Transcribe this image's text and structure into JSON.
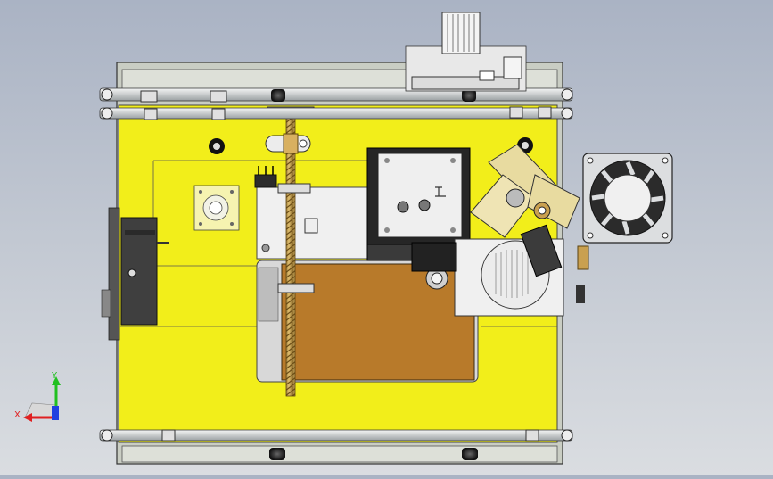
{
  "viewport": {
    "background_top": "#aab3c4",
    "background_bottom": "#dadde1"
  },
  "triad": {
    "x_label": "X",
    "y_label": "Y",
    "x_color": "#e02020",
    "y_color": "#20c020",
    "z_color": "#2040e0"
  },
  "colors": {
    "base_plate": "#f2ee1a",
    "frame": "#c9cdc3",
    "rail": "#d9dcdc",
    "plate_brown": "#b87a2a",
    "leadscrew": "#c9a050",
    "bracket": "#e8dba0",
    "dark": "#3a3a3a"
  },
  "model": {
    "parts": [
      "base-plate",
      "frame",
      "front-rail",
      "rear-rail",
      "lead-screw",
      "stepper-motor",
      "extruder",
      "cooling-fan",
      "heat-bed",
      "control-box",
      "connector-board"
    ]
  }
}
